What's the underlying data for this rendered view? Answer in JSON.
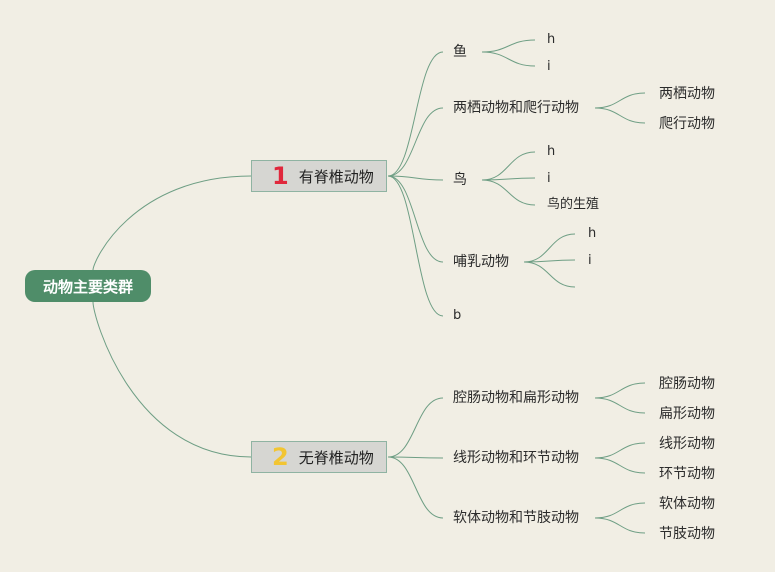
{
  "root": "动物主要类群",
  "groups": [
    {
      "number": "1",
      "number_color": "#e0283c",
      "label": "有脊椎动物",
      "children": [
        {
          "label": "鱼",
          "children": [
            "h",
            "i"
          ]
        },
        {
          "label": "两栖动物和爬行动物",
          "children": [
            "两栖动物",
            "爬行动物"
          ]
        },
        {
          "label": "鸟",
          "children": [
            "h",
            "i",
            "鸟的生殖"
          ]
        },
        {
          "label": "哺乳动物",
          "children": [
            "h",
            "i",
            ""
          ]
        },
        {
          "label": "b",
          "children": []
        }
      ]
    },
    {
      "number": "2",
      "number_color": "#f2c532",
      "label": "无脊椎动物",
      "children": [
        {
          "label": "腔肠动物和扁形动物",
          "children": [
            "腔肠动物",
            "扁形动物"
          ]
        },
        {
          "label": "线形动物和环节动物",
          "children": [
            "线形动物",
            "环节动物"
          ]
        },
        {
          "label": "软体动物和节肢动物",
          "children": [
            "软体动物",
            "节肢动物"
          ]
        }
      ]
    }
  ],
  "colors": {
    "background": "#f1eee4",
    "root_fill": "#4f8d69",
    "link": "#6e9e84",
    "group_fill": "#d6d6d2"
  }
}
